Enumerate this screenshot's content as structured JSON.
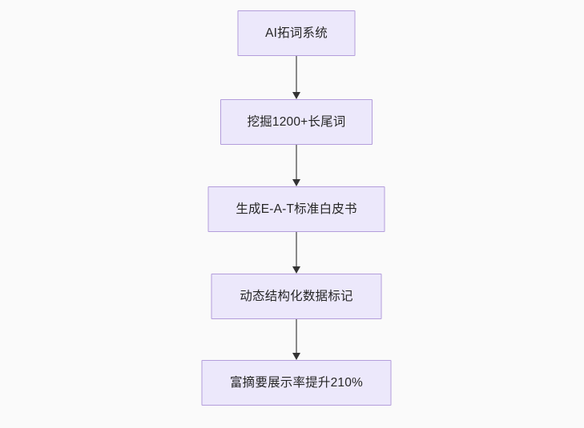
{
  "diagram": {
    "type": "flowchart",
    "orientation": "top-to-bottom",
    "background_color": "#fafafa",
    "node_fill_color": "#ece8fb",
    "node_border_color": "#b39ddb",
    "node_text_color": "#262626",
    "edge_line_color": "#8a8a8a",
    "edge_arrow_color": "#333333",
    "nodes": [
      {
        "id": "n1",
        "label": "AI拓词系统"
      },
      {
        "id": "n2",
        "label": "挖掘1200+长尾词"
      },
      {
        "id": "n3",
        "label": "生成E-A-T标准白皮书"
      },
      {
        "id": "n4",
        "label": "动态结构化数据标记"
      },
      {
        "id": "n5",
        "label": "富摘要展示率提升210%"
      }
    ],
    "edges": [
      {
        "from": "n1",
        "to": "n2",
        "arrow": "down-arrowhead"
      },
      {
        "from": "n2",
        "to": "n3",
        "arrow": "down-arrowhead"
      },
      {
        "from": "n3",
        "to": "n4",
        "arrow": "down-arrowhead"
      },
      {
        "from": "n4",
        "to": "n5",
        "arrow": "down-arrowhead"
      }
    ]
  }
}
